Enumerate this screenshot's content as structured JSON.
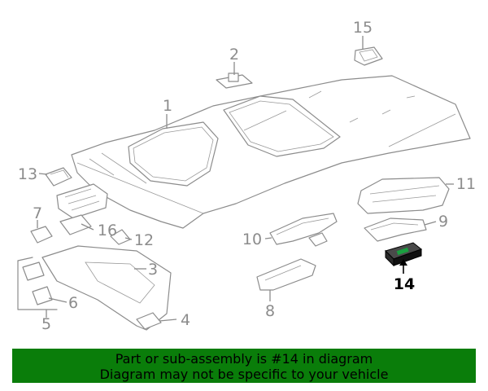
{
  "callouts": {
    "c1": "1",
    "c2": "2",
    "c3": "3",
    "c4": "4",
    "c5": "5",
    "c6": "6",
    "c7": "7",
    "c8": "8",
    "c9": "9",
    "c10": "10",
    "c11": "11",
    "c12": "12",
    "c13": "13",
    "c14": "14",
    "c15": "15",
    "c16": "16"
  },
  "highlighted_part": "14",
  "banner": {
    "line1": "Part or sub-assembly is #14 in diagram",
    "line2": "Diagram may not be specific to your vehicle"
  },
  "colors": {
    "banner_bg": "#0a7d0a",
    "highlight": "#000000",
    "lineart": "#8c8c8c"
  }
}
